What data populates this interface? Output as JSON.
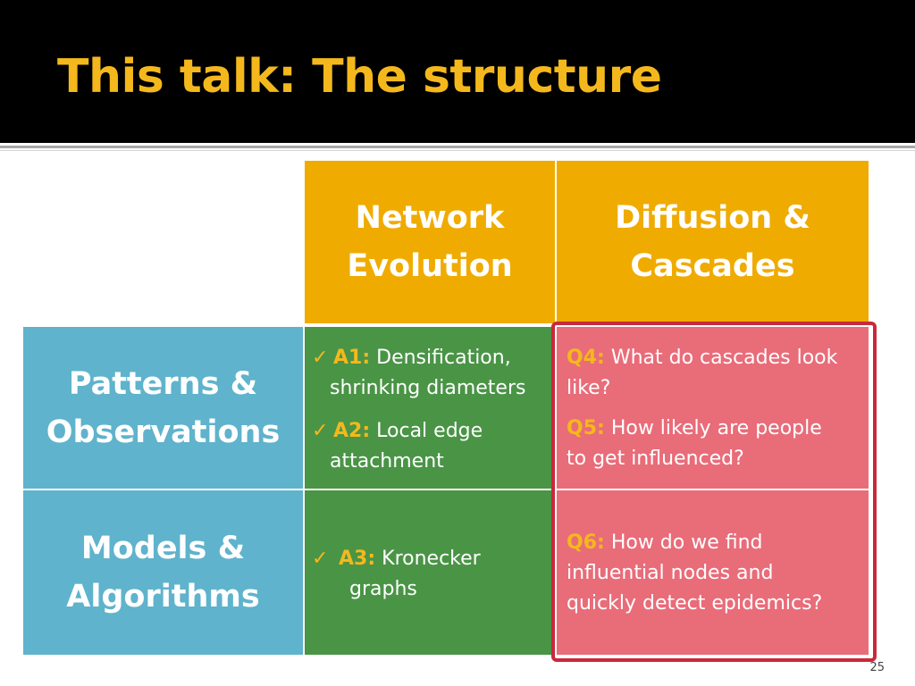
{
  "slide": {
    "title": "This talk: The structure",
    "page_number": "25"
  },
  "headers": {
    "col1_line1": "Network",
    "col1_line2": "Evolution",
    "col2_line1": "Diffusion &",
    "col2_line2": "Cascades"
  },
  "rows": {
    "row1_line1": "Patterns &",
    "row1_line2": "Observations",
    "row2_line1": "Models &",
    "row2_line2": "Algorithms"
  },
  "evolution": {
    "a1_label": "A1:",
    "a1_text": "Densification,",
    "a1_text2": "shrinking diameters",
    "a2_label": "A2:",
    "a2_text": "Local edge",
    "a2_text2": "attachment",
    "a3_label": "A3:",
    "a3_text": "Kronecker",
    "a3_text2": "graphs"
  },
  "diffusion": {
    "q4_label": "Q4:",
    "q4_text": "What do cascades look",
    "q4_text2": "like?",
    "q5_label": "Q5:",
    "q5_text": "How likely are people",
    "q5_text2": "to get influenced?",
    "q6_label": "Q6:",
    "q6_text": "How do we find",
    "q6_text2": "influential nodes and",
    "q6_text3": "quickly detect epidemics?"
  },
  "colors": {
    "title": "#f4b81c",
    "header_bg": "#f0ab00",
    "row_bg": "#5fb3cc",
    "evolution_bg": "#4a9446",
    "diffusion_bg": "#e96c79",
    "highlight_border": "#c9293b"
  }
}
